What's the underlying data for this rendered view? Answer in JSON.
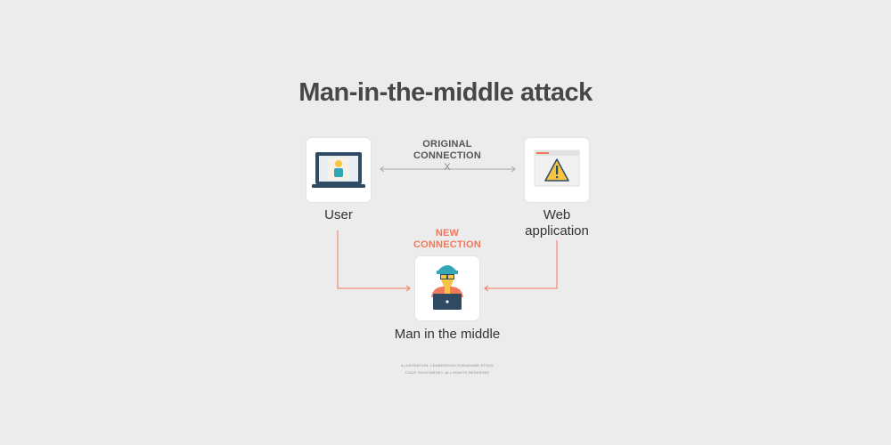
{
  "title": "Man-in-the-middle attack",
  "nodes": {
    "user": {
      "label": "User",
      "icon": "laptop-user-icon"
    },
    "web": {
      "label_line1": "Web",
      "label_line2": "application",
      "icon": "browser-warning-icon"
    },
    "mitm": {
      "label": "Man in the middle",
      "icon": "hacker-laptop-icon"
    }
  },
  "connections": {
    "original": {
      "line1": "ORIGINAL",
      "line2": "CONNECTION",
      "mark": "X",
      "color": "#999999"
    },
    "new": {
      "line1": "NEW",
      "line2": "CONNECTION",
      "color": "#f2785b"
    }
  },
  "credit": {
    "line1": "ILLUSTRATION: LEMBERGVECTOR/ADOBE STOCK",
    "line2": "©2020 TECHTARGET. ALL RIGHTS RESERVED"
  },
  "colors": {
    "background": "#ececec",
    "title": "#474747",
    "accent": "#f2785b",
    "laptop": "#2f4a63",
    "teal": "#33a6b8",
    "warning": "#f5c542"
  }
}
